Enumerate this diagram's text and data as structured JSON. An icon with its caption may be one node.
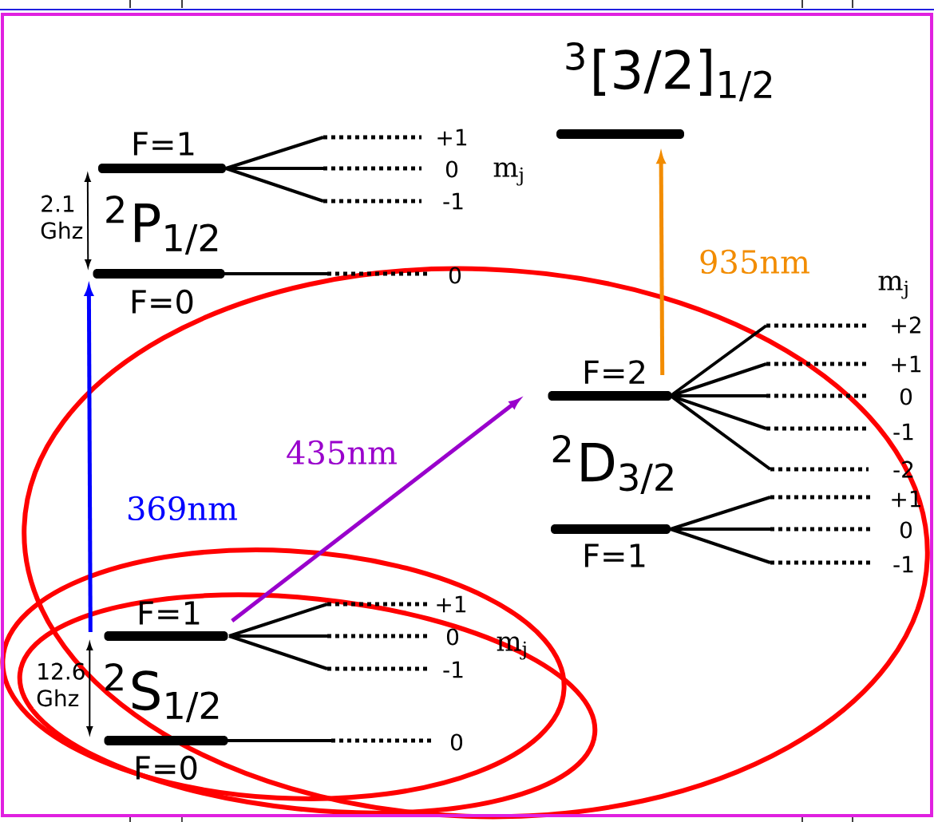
{
  "diagram": {
    "nodes": [
      {
        "text": [
          "$^{3}$[3/2]$_{1/2}$"
        ]
      },
      {
        "text": [
          "F=1"
        ]
      },
      {
        "text": [
          "F=0"
        ]
      },
      {
        "text": [
          "F=2"
        ]
      },
      {
        "text": [
          "F=1"
        ]
      },
      {
        "text": [
          "F=1"
        ]
      },
      {
        "text": [
          "F=0"
        ]
      }
    ],
    "edges": [
      {
        "from": 5,
        "to": 2,
        "arrow": "to",
        "label": "369nm",
        "color": "#0000ff"
      },
      {
        "from": 5,
        "to": 3,
        "arrow": "to",
        "label": "435nm",
        "color": "#9900cc"
      },
      {
        "from": 3,
        "to": 0,
        "arrow": "to",
        "label": "935nm",
        "color": "#f28c00"
      },
      {
        "from": 1,
        "to": 2,
        "arrow": "both",
        "label": "2.1 Ghz"
      },
      {
        "from": 5,
        "to": 6,
        "arrow": "both",
        "label": "12.6 Ghz"
      }
    ],
    "labels": [
      "$^{2}$P$_{1/2}$",
      "+1",
      "0",
      "-1",
      "m$_{j}$",
      "0",
      "m$_{j}$",
      "+2",
      "+1",
      "0",
      "-1",
      "-2",
      "+1",
      "0",
      "-1",
      "$^{2}$D$_{3/2}$",
      "$^{2}$S$_{1/2}$",
      "+1",
      "0",
      "-1",
      "m$_{j}$",
      "0"
    ]
  }
}
